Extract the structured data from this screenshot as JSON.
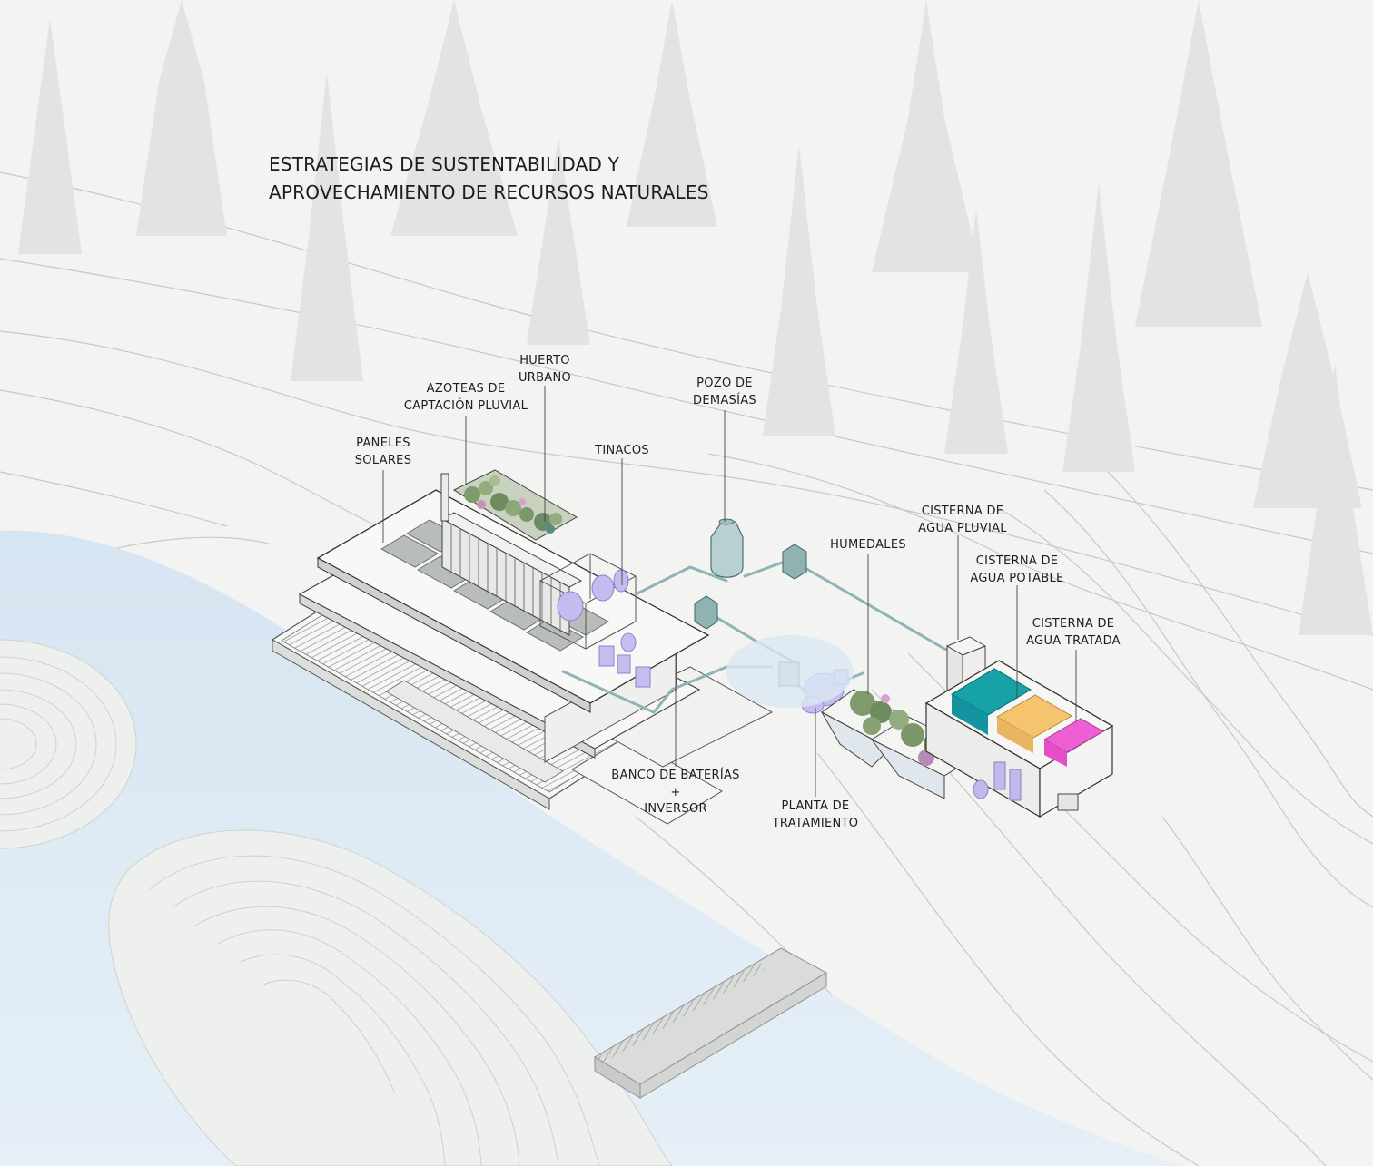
{
  "title": {
    "line1": "ESTRATEGIAS DE SUSTENTABILIDAD Y",
    "line2": "APROVECHAMIENTO DE RECURSOS NATURALES"
  },
  "labels": {
    "huerto_urbano": [
      "HUERTO",
      "URBANO"
    ],
    "azoteas": [
      "AZOTEAS DE",
      "CAPTACIÓN PLUVIAL"
    ],
    "pozo": [
      "POZO DE",
      "DEMASÍAS"
    ],
    "paneles": [
      "PANELES",
      "SOLARES"
    ],
    "tinacos": [
      "TINACOS"
    ],
    "humedales": [
      "HUMEDALES"
    ],
    "cisterna_pluvial": [
      "CISTERNA DE",
      "AGUA PLUVIAL"
    ],
    "cisterna_potable": [
      "CISTERNA DE",
      "AGUA POTABLE"
    ],
    "cisterna_tratada": [
      "CISTERNA DE",
      "AGUA TRATADA"
    ],
    "banco": [
      "BANCO DE BATERÍAS",
      "+",
      "INVERSOR"
    ],
    "planta": [
      "PLANTA DE",
      "TRATAMIENTO"
    ]
  },
  "colors": {
    "ground": "#f3f4f1",
    "water": "#dce9f4",
    "contour": "#c9ccc8",
    "tree": "#e4e5e3",
    "pipe": "#8fb3b8",
    "tank": "#b7cfd0",
    "equipment": "#c3b8ea",
    "vegetation": "#7e9a6e",
    "cistern_pluvial": "#17a2a8",
    "cistern_potable": "#f6c46f",
    "cistern_tratada": "#ee5fd5"
  }
}
